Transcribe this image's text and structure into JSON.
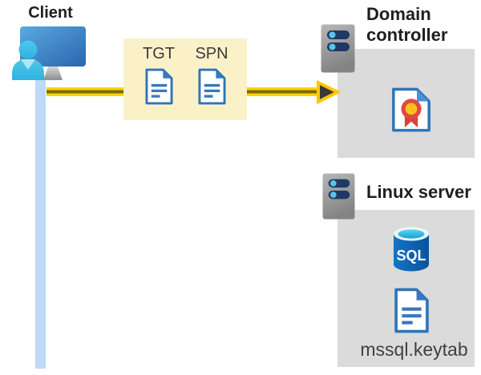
{
  "client": {
    "label": "Client"
  },
  "connection": {
    "arrow_color": "#FFD102",
    "arrow_core_color": "#7A6B00",
    "timeline_color": "#BEDAF7"
  },
  "ticket_box": {
    "background": "#FAF1C8",
    "tickets": [
      {
        "label": "TGT",
        "icon": "document-icon"
      },
      {
        "label": "SPN",
        "icon": "document-icon"
      }
    ]
  },
  "domain_controller": {
    "label": "Domain controller",
    "panel_color": "#DBDBDB",
    "icons": [
      "server-icon",
      "certificate-icon"
    ]
  },
  "linux_server": {
    "label": "Linux server",
    "panel_color": "#DBDBDB",
    "database_label": "SQL",
    "keytab_label": "mssql.keytab",
    "icons": [
      "server-icon",
      "sql-database-icon",
      "document-icon"
    ]
  }
}
